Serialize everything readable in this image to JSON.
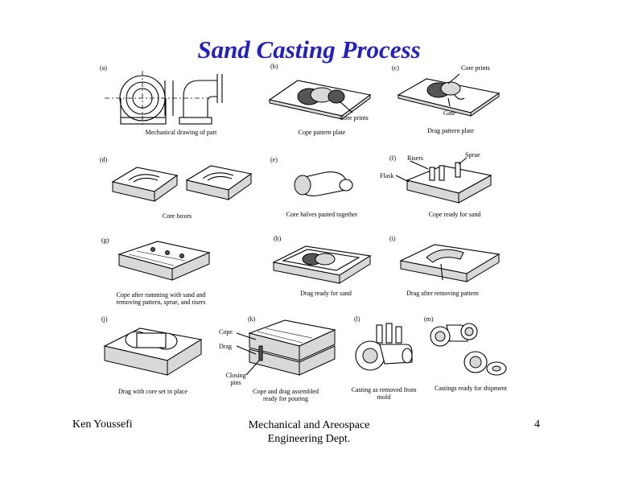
{
  "title": "Sand Casting Process",
  "panels": [
    {
      "letter": "(a)",
      "caption": "Mechanical drawing of part"
    },
    {
      "letter": "(b)",
      "caption": "Cope pattern plate",
      "callouts": [
        "Core prints"
      ]
    },
    {
      "letter": "(c)",
      "caption": "Drag pattern plate",
      "callouts": [
        "Core prints",
        "Gate"
      ]
    },
    {
      "letter": "(d)",
      "caption": "Core boxes"
    },
    {
      "letter": "(e)",
      "caption": "Core halves pasted together"
    },
    {
      "letter": "(f)",
      "caption": "Cope ready for sand",
      "callouts": [
        "Risers",
        "Sprue",
        "Flask"
      ]
    },
    {
      "letter": "(g)",
      "caption": "Cope after ramming with sand and removing pattern, sprue, and risers"
    },
    {
      "letter": "(h)",
      "caption": "Drag ready for sand"
    },
    {
      "letter": "(i)",
      "caption": "Drag after removing pattern"
    },
    {
      "letter": "(j)",
      "caption": "Drag with core set in place"
    },
    {
      "letter": "(k)",
      "caption": "Cope and drag assembled ready for pouring",
      "callouts": [
        "Cope",
        "Drag",
        "Closing pins"
      ]
    },
    {
      "letter": "(l)",
      "caption": "Casting as removed from mold"
    },
    {
      "letter": "(m)",
      "caption": "Castings ready for shipment"
    }
  ],
  "footer": {
    "left": "Ken Youssefi",
    "center_line1": "Mechanical and Areospace",
    "center_line2": "Engineering Dept.",
    "page": "4"
  }
}
